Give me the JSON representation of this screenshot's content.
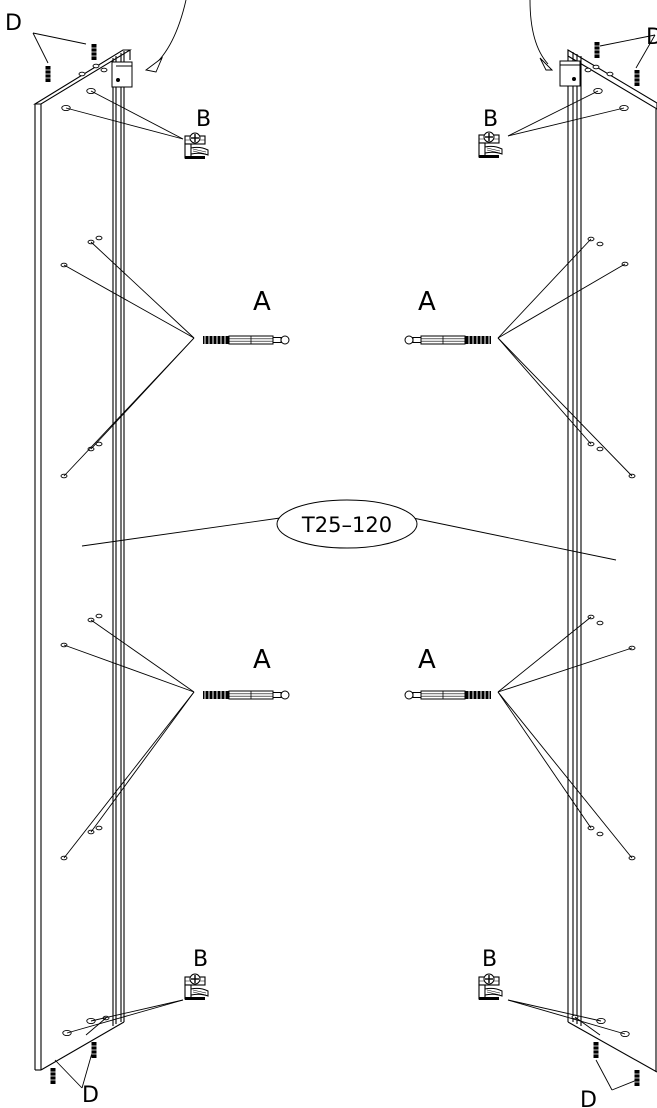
{
  "labels": {
    "dowel": "A",
    "cam": "B",
    "pin": "D",
    "part_code": "T25–120"
  },
  "colors": {
    "line": "#000000",
    "background": "#ffffff"
  }
}
